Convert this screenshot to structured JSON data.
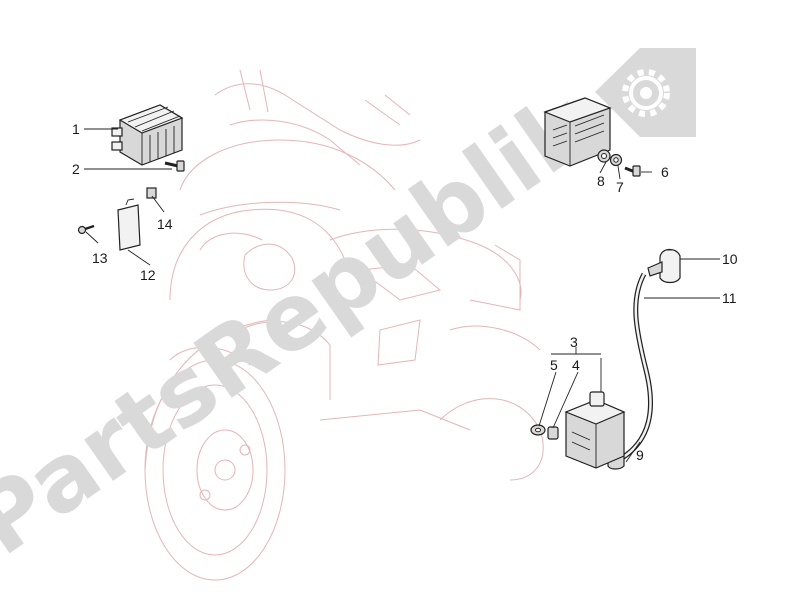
{
  "watermark": {
    "text": "PartsRepublik"
  },
  "callouts": {
    "c1": "1",
    "c2": "2",
    "c3": "3",
    "c4": "4",
    "c5": "5",
    "c6": "6",
    "c7": "7",
    "c8": "8",
    "c9": "9",
    "c10": "10",
    "c11": "11",
    "c12": "12",
    "c13": "13",
    "c14": "14"
  },
  "icons": {
    "logo": "gear-icon"
  }
}
